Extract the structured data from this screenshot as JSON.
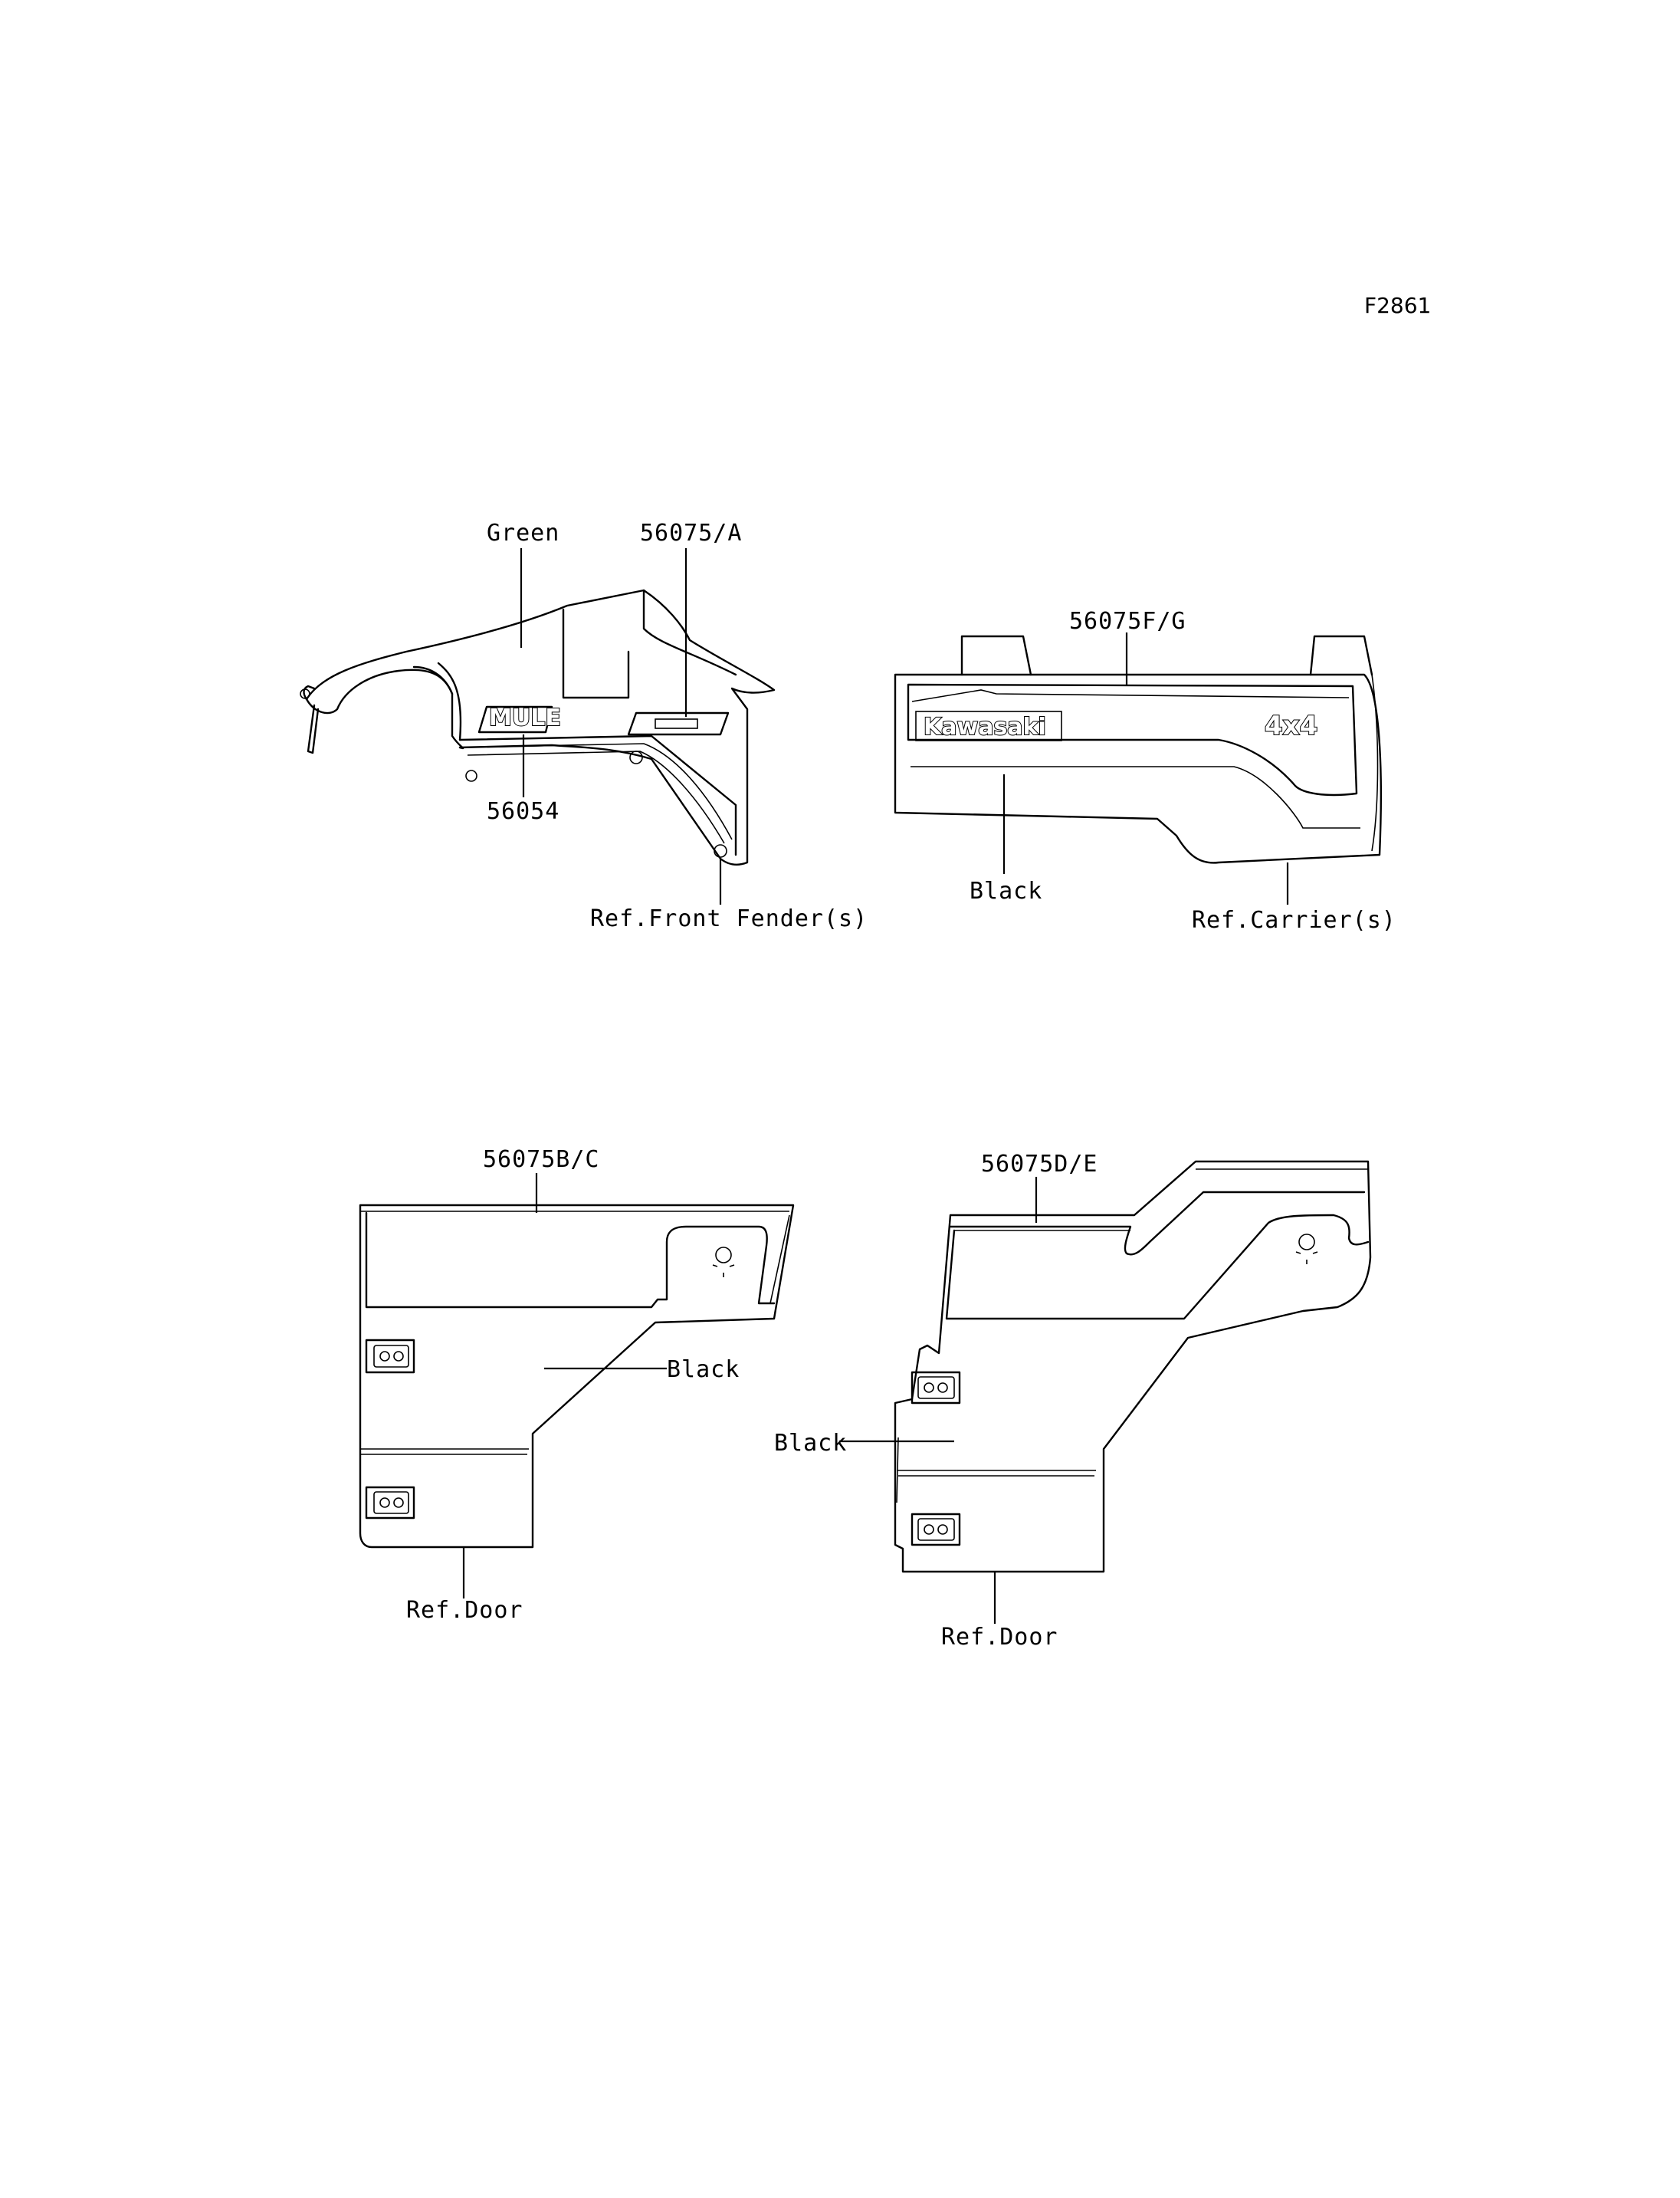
{
  "figure_code": "F2861",
  "labels": {
    "green": "Green",
    "part_56075_a": "56075/A",
    "part_56054": "56054",
    "ref_front_fender": "Ref.Front Fender(s)",
    "part_56075_fg": "56075F/G",
    "black_carrier": "Black",
    "ref_carrier": "Ref.Carrier(s)",
    "part_56075_bc": "56075B/C",
    "black_door_left": "Black",
    "ref_door_left": "Ref.Door",
    "part_56075_de": "56075D/E",
    "black_door_right": "Black",
    "ref_door_right": "Ref.Door"
  },
  "decal_text": {
    "mule": "MULE",
    "kawasaki": "Kawasaki",
    "four_by_four": "4x4"
  }
}
